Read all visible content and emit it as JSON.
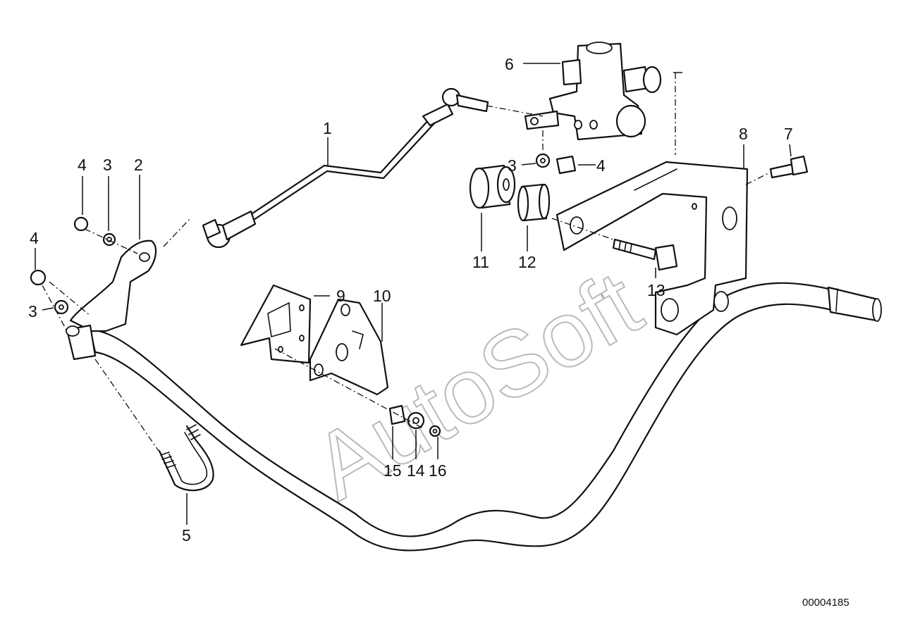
{
  "diagram": {
    "watermark": "AutoSoft",
    "document_number": "00004185",
    "callouts": {
      "c1": "1",
      "c2": "2",
      "c3a": "3",
      "c3b": "3",
      "c3c": "3",
      "c4a": "4",
      "c4b": "4",
      "c4c": "4",
      "c5": "5",
      "c6": "6",
      "c7": "7",
      "c8": "8",
      "c9": "9",
      "c10": "10",
      "c11": "11",
      "c12": "12",
      "c13": "13",
      "c14": "14",
      "c15": "15",
      "c16": "16"
    }
  }
}
